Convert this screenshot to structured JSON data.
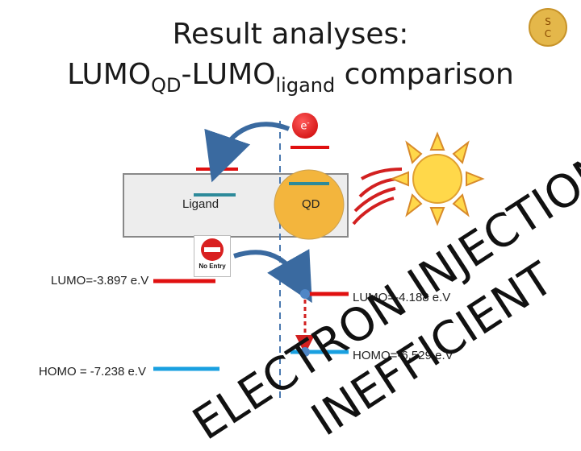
{
  "title": {
    "line1": "Result analyses:",
    "line2_prefix": "LUMO",
    "line2_sub1": "QD",
    "line2_mid": "-LUMO",
    "line2_sub2": "ligand",
    "line2_suffix": " comparison"
  },
  "logo": {
    "text_top": "S",
    "text_bottom": "C"
  },
  "electron_label": "e",
  "electron_sup": "-",
  "ligand_label": "Ligand",
  "qd_label": "QD",
  "no_entry_label": "No Entry",
  "ligand_lumo_label": "LUMO=-3.897 e.V",
  "ligand_homo_label": "HOMO = -7.238 e.V",
  "qd_lumo_label": "LUMO=-4.188 e.V",
  "qd_homo_label": "HOMO=-6.529 e.V",
  "overlay": {
    "word1": "ELECTRON INJECTIONS:",
    "word2": "INEFFICIENT"
  },
  "colors": {
    "lumo_red": "#e01010",
    "homo_blue": "#1aa0e0",
    "teal_level": "#2d8a9a",
    "qd_fill": "#f3b53d",
    "sun_fill": "#ffd84a",
    "arrow_blue": "#3a6aa0",
    "dashed_line": "#4a78b0"
  },
  "icons": [
    "electron-icon",
    "sun-icon",
    "no-entry-sign-icon",
    "curved-arrow-icon"
  ]
}
